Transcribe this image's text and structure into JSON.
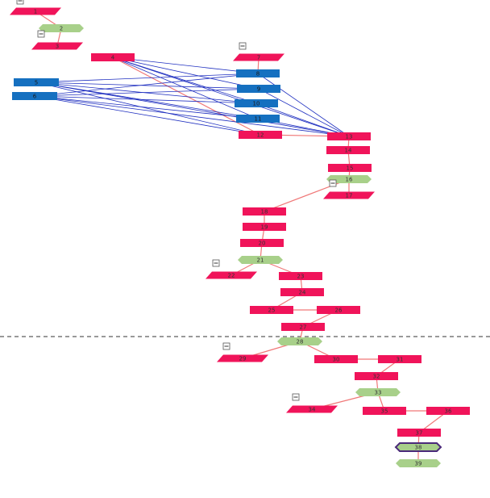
{
  "colors": {
    "pink": "#f0145a",
    "pink_edge": "#f07878",
    "blue": "#1570c0",
    "blue_edge": "#2030c0",
    "green": "#a8d08a",
    "purple": "#4b2a7a",
    "separator": "#333333"
  },
  "icons": {
    "toggle": "collapse-minus-icon"
  },
  "nodes": [
    {
      "id": "1",
      "label": "1",
      "kind": "pink-para"
    },
    {
      "id": "2",
      "label": "2",
      "kind": "green-hex"
    },
    {
      "id": "3",
      "label": "3",
      "kind": "pink-para"
    },
    {
      "id": "4",
      "label": "4",
      "kind": "pink-rect"
    },
    {
      "id": "5",
      "label": "5",
      "kind": "blue-rect"
    },
    {
      "id": "6",
      "label": "6",
      "kind": "blue-rect"
    },
    {
      "id": "7",
      "label": "7",
      "kind": "pink-para"
    },
    {
      "id": "8",
      "label": "8",
      "kind": "blue-rect"
    },
    {
      "id": "9",
      "label": "9",
      "kind": "blue-rect"
    },
    {
      "id": "10",
      "label": "10",
      "kind": "blue-rect"
    },
    {
      "id": "11",
      "label": "11",
      "kind": "blue-rect"
    },
    {
      "id": "12",
      "label": "12",
      "kind": "pink-rect"
    },
    {
      "id": "13",
      "label": "13",
      "kind": "pink-rect"
    },
    {
      "id": "14",
      "label": "14",
      "kind": "pink-rect"
    },
    {
      "id": "15",
      "label": "15",
      "kind": "pink-rect"
    },
    {
      "id": "16",
      "label": "16",
      "kind": "green-hex"
    },
    {
      "id": "17",
      "label": "17",
      "kind": "pink-para"
    },
    {
      "id": "18",
      "label": "18",
      "kind": "pink-rect"
    },
    {
      "id": "19",
      "label": "19",
      "kind": "pink-rect"
    },
    {
      "id": "20",
      "label": "20",
      "kind": "pink-rect"
    },
    {
      "id": "21",
      "label": "21",
      "kind": "green-hex"
    },
    {
      "id": "22",
      "label": "22",
      "kind": "pink-para"
    },
    {
      "id": "23",
      "label": "23",
      "kind": "pink-rect"
    },
    {
      "id": "24",
      "label": "24",
      "kind": "pink-rect"
    },
    {
      "id": "25",
      "label": "25",
      "kind": "pink-rect"
    },
    {
      "id": "26",
      "label": "26",
      "kind": "pink-rect"
    },
    {
      "id": "27",
      "label": "27",
      "kind": "pink-rect"
    },
    {
      "id": "28",
      "label": "28",
      "kind": "green-hex"
    },
    {
      "id": "29",
      "label": "29",
      "kind": "pink-para"
    },
    {
      "id": "30",
      "label": "30",
      "kind": "pink-rect"
    },
    {
      "id": "31",
      "label": "31",
      "kind": "pink-rect"
    },
    {
      "id": "32",
      "label": "32",
      "kind": "pink-rect"
    },
    {
      "id": "33",
      "label": "33",
      "kind": "green-hex"
    },
    {
      "id": "34",
      "label": "34",
      "kind": "pink-para"
    },
    {
      "id": "35",
      "label": "35",
      "kind": "pink-rect"
    },
    {
      "id": "36",
      "label": "36",
      "kind": "pink-rect"
    },
    {
      "id": "37",
      "label": "37",
      "kind": "pink-rect"
    },
    {
      "id": "38",
      "label": "38",
      "kind": "green-hex-purple"
    },
    {
      "id": "39",
      "label": "39",
      "kind": "green-hex"
    }
  ],
  "edges": [
    {
      "from": "1",
      "to": "2",
      "style": "pink"
    },
    {
      "from": "2",
      "to": "3",
      "style": "pink"
    },
    {
      "from": "4",
      "to": "8",
      "style": "blue"
    },
    {
      "from": "4",
      "to": "9",
      "style": "blue"
    },
    {
      "from": "4",
      "to": "10",
      "style": "blue"
    },
    {
      "from": "4",
      "to": "11",
      "style": "blue"
    },
    {
      "from": "4",
      "to": "12",
      "style": "pink"
    },
    {
      "from": "4",
      "to": "13",
      "style": "blue"
    },
    {
      "from": "5",
      "to": "8",
      "style": "blue"
    },
    {
      "from": "5",
      "to": "9",
      "style": "blue"
    },
    {
      "from": "5",
      "to": "10",
      "style": "blue"
    },
    {
      "from": "5",
      "to": "11",
      "style": "blue"
    },
    {
      "from": "5",
      "to": "12",
      "style": "blue"
    },
    {
      "from": "5",
      "to": "13",
      "style": "blue"
    },
    {
      "from": "6",
      "to": "8",
      "style": "blue"
    },
    {
      "from": "6",
      "to": "9",
      "style": "blue"
    },
    {
      "from": "6",
      "to": "10",
      "style": "blue"
    },
    {
      "from": "6",
      "to": "11",
      "style": "blue"
    },
    {
      "from": "6",
      "to": "12",
      "style": "blue"
    },
    {
      "from": "6",
      "to": "13",
      "style": "blue"
    },
    {
      "from": "7",
      "to": "8",
      "style": "pink"
    },
    {
      "from": "8",
      "to": "13",
      "style": "blue"
    },
    {
      "from": "9",
      "to": "13",
      "style": "blue"
    },
    {
      "from": "10",
      "to": "13",
      "style": "blue"
    },
    {
      "from": "11",
      "to": "13",
      "style": "blue"
    },
    {
      "from": "12",
      "to": "13",
      "style": "pink"
    },
    {
      "from": "13",
      "to": "14",
      "style": "pink"
    },
    {
      "from": "14",
      "to": "15",
      "style": "pink"
    },
    {
      "from": "15",
      "to": "16",
      "style": "pink"
    },
    {
      "from": "16",
      "to": "17",
      "style": "pink"
    },
    {
      "from": "16",
      "to": "18",
      "style": "pink"
    },
    {
      "from": "18",
      "to": "19",
      "style": "pink"
    },
    {
      "from": "19",
      "to": "20",
      "style": "pink"
    },
    {
      "from": "20",
      "to": "21",
      "style": "pink"
    },
    {
      "from": "21",
      "to": "22",
      "style": "pink"
    },
    {
      "from": "21",
      "to": "23",
      "style": "pink"
    },
    {
      "from": "23",
      "to": "24",
      "style": "pink"
    },
    {
      "from": "24",
      "to": "25",
      "style": "pink"
    },
    {
      "from": "25",
      "to": "26",
      "style": "pink"
    },
    {
      "from": "26",
      "to": "27",
      "style": "pink"
    },
    {
      "from": "27",
      "to": "28",
      "style": "pink"
    },
    {
      "from": "28",
      "to": "29",
      "style": "pink"
    },
    {
      "from": "28",
      "to": "30",
      "style": "pink"
    },
    {
      "from": "30",
      "to": "31",
      "style": "pink"
    },
    {
      "from": "31",
      "to": "32",
      "style": "pink"
    },
    {
      "from": "32",
      "to": "33",
      "style": "pink"
    },
    {
      "from": "33",
      "to": "34",
      "style": "pink"
    },
    {
      "from": "33",
      "to": "35",
      "style": "pink"
    },
    {
      "from": "35",
      "to": "36",
      "style": "pink"
    },
    {
      "from": "36",
      "to": "37",
      "style": "pink"
    },
    {
      "from": "37",
      "to": "38",
      "style": "pink"
    },
    {
      "from": "38",
      "to": "39",
      "style": "pink"
    }
  ],
  "toggles": [
    {
      "id": "t-top"
    },
    {
      "id": "t-3"
    },
    {
      "id": "t-7"
    },
    {
      "id": "t-17"
    },
    {
      "id": "t-22"
    },
    {
      "id": "t-29"
    },
    {
      "id": "t-34"
    }
  ]
}
